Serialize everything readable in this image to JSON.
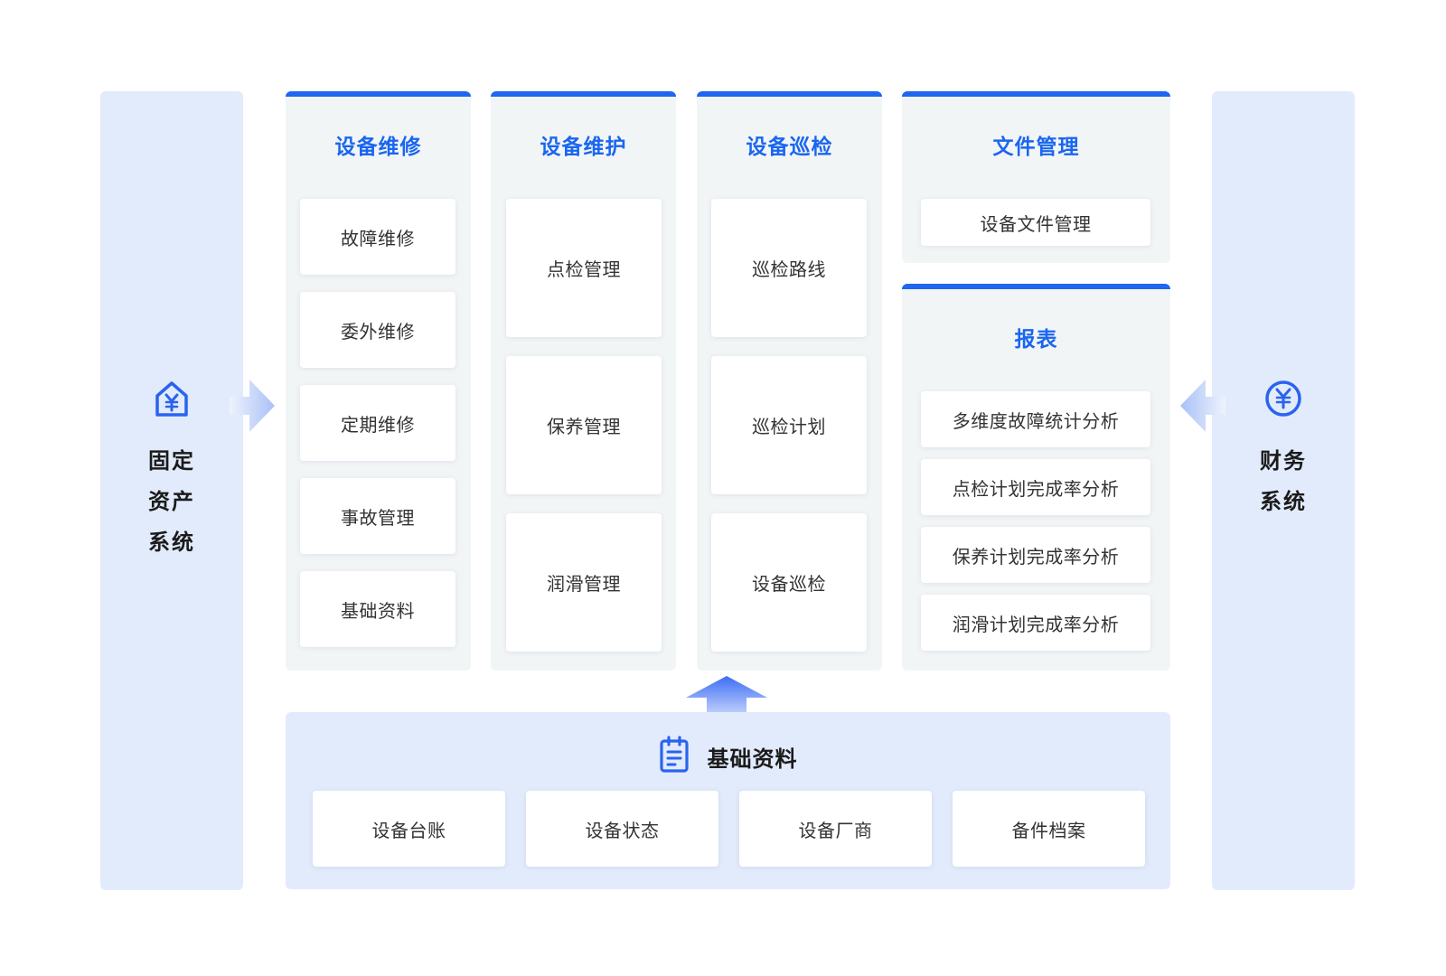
{
  "left_system": {
    "icon": "house-yen-icon",
    "label_lines": [
      "固定",
      "资产",
      "系统"
    ]
  },
  "right_system": {
    "icon": "yen-circle-icon",
    "label_lines": [
      "财务",
      "系统"
    ]
  },
  "modules": [
    {
      "title": "设备维修",
      "items": [
        "故障维修",
        "委外维修",
        "定期维修",
        "事故管理",
        "基础资料"
      ]
    },
    {
      "title": "设备维护",
      "items": [
        "点检管理",
        "保养管理",
        "润滑管理"
      ]
    },
    {
      "title": "设备巡检",
      "items": [
        "巡检路线",
        "巡检计划",
        "设备巡检"
      ]
    },
    {
      "title": "文件管理",
      "items": [
        "设备文件管理"
      ]
    },
    {
      "title": "报表",
      "items": [
        "多维度故障统计分析",
        "点检计划完成率分析",
        "保养计划完成率分析",
        "润滑计划完成率分析"
      ]
    }
  ],
  "base_data": {
    "icon": "clipboard-list-icon",
    "title": "基础资料",
    "items": [
      "设备台账",
      "设备状态",
      "设备厂商",
      "备件档案"
    ]
  },
  "colors": {
    "accent_blue": "#1f66f0",
    "title_blue": "#1a66f0",
    "panel_light_blue": "#e2ebfb",
    "module_gray": "#f2f5f6",
    "arrow_gradient_start": "#3d6df5",
    "arrow_gradient_end": "#dbe5fc"
  }
}
